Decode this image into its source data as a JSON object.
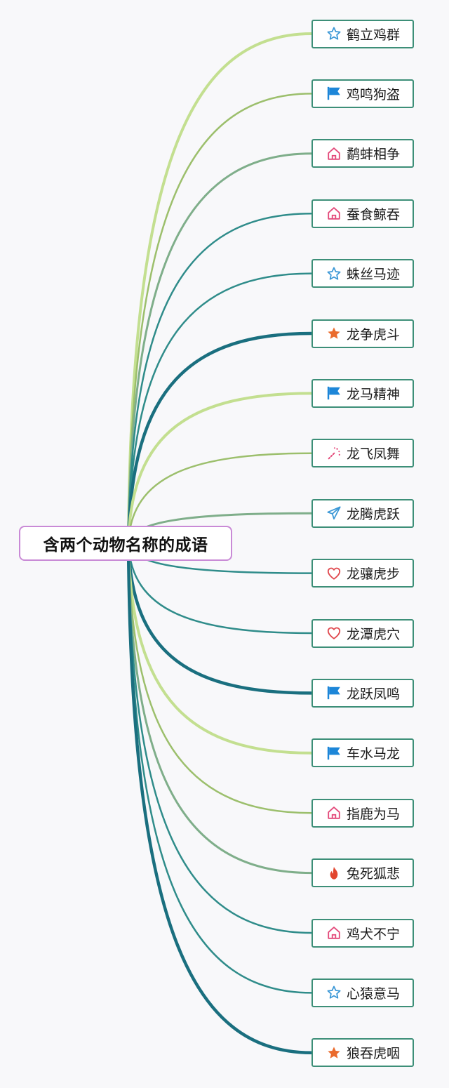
{
  "root": {
    "label": "含两个动物名称的成语"
  },
  "colors": {
    "root_border": "#c98ad6",
    "leaf_border": "#3d8f78",
    "line_light_green": "#c3df90",
    "line_olive": "#9cbf6c",
    "line_sage": "#7fae8a",
    "line_teal": "#2f8c8a",
    "line_dark_teal": "#1a6f7f"
  },
  "leaves": [
    {
      "label": "鹤立鸡群",
      "icon": "star-outline-icon",
      "line": "light_green"
    },
    {
      "label": "鸡鸣狗盗",
      "icon": "flag-icon",
      "line": "olive"
    },
    {
      "label": "鹬蚌相争",
      "icon": "house-icon",
      "line": "sage"
    },
    {
      "label": "蚕食鲸吞",
      "icon": "house-icon",
      "line": "teal"
    },
    {
      "label": "蛛丝马迹",
      "icon": "star-outline-icon",
      "line": "teal"
    },
    {
      "label": "龙争虎斗",
      "icon": "star-solid-icon",
      "line": "dark_teal"
    },
    {
      "label": "龙马精神",
      "icon": "flag-icon",
      "line": "light_green"
    },
    {
      "label": "龙飞凤舞",
      "icon": "magic-wand-icon",
      "line": "olive"
    },
    {
      "label": "龙腾虎跃",
      "icon": "paper-plane-icon",
      "line": "sage"
    },
    {
      "label": "龙骧虎步",
      "icon": "heart-icon",
      "line": "teal"
    },
    {
      "label": "龙潭虎穴",
      "icon": "heart-icon",
      "line": "teal"
    },
    {
      "label": "龙跃凤鸣",
      "icon": "flag-icon",
      "line": "dark_teal"
    },
    {
      "label": "车水马龙",
      "icon": "flag-icon",
      "line": "light_green"
    },
    {
      "label": "指鹿为马",
      "icon": "house-icon",
      "line": "olive"
    },
    {
      "label": "兔死狐悲",
      "icon": "flame-icon",
      "line": "sage"
    },
    {
      "label": "鸡犬不宁",
      "icon": "house-icon",
      "line": "teal"
    },
    {
      "label": "心猿意马",
      "icon": "star-outline-icon",
      "line": "teal"
    },
    {
      "label": "狼吞虎咽",
      "icon": "star-solid-icon",
      "line": "dark_teal"
    }
  ]
}
